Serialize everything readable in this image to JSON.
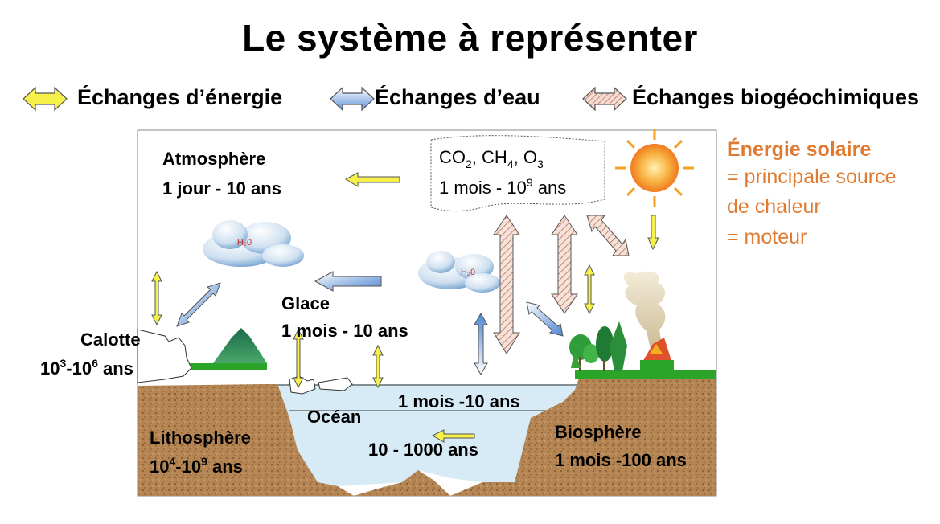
{
  "title": "Le système à représenter",
  "legend": {
    "energy": "Échanges d’énergie",
    "water": "Échanges d’eau",
    "bio": "Échanges biogéochimiques"
  },
  "solar": {
    "heading": "Énergie solaire",
    "line1": "= principale source",
    "line2": "de chaleur",
    "line3": "= moteur"
  },
  "atmosphere": {
    "name": "Atmosphère",
    "time": "1 jour - 10 ans"
  },
  "gases": {
    "co2": "CO",
    "co2_sub": "2",
    "ch4": "CH",
    "ch4_sub": "4",
    "o3": "O",
    "o3_sub": "3",
    "sep": ", ",
    "time_a": "1 mois - 10",
    "time_sup": "9",
    "time_b": " ans"
  },
  "cloud_label": "H₂0",
  "glace": {
    "name": "Glace",
    "time": "1 mois - 10 ans"
  },
  "calotte": {
    "name": "Calotte",
    "t1": "10",
    "s1": "3",
    "t2": "-10",
    "s2": "6",
    "t3": " ans"
  },
  "ocean": {
    "name": "Océan",
    "surface_time": "1 mois -10 ans",
    "deep_time": "10 - 1000 ans"
  },
  "lithosphere": {
    "name": "Lithosphère",
    "t1": "10",
    "s1": "4",
    "t2": "-10",
    "s2": "9",
    "t3": " ans"
  },
  "biosphere": {
    "name": "Biosphère",
    "time": "1 mois -100 ans"
  },
  "colors": {
    "energy": "#f5f58a",
    "water": "#6fa0dc",
    "bio": "#e8c0b0",
    "soil": "#b08050",
    "ocean": "#d8ecf6",
    "grass": "#2aa52a",
    "solar_text": "#e07a30"
  }
}
